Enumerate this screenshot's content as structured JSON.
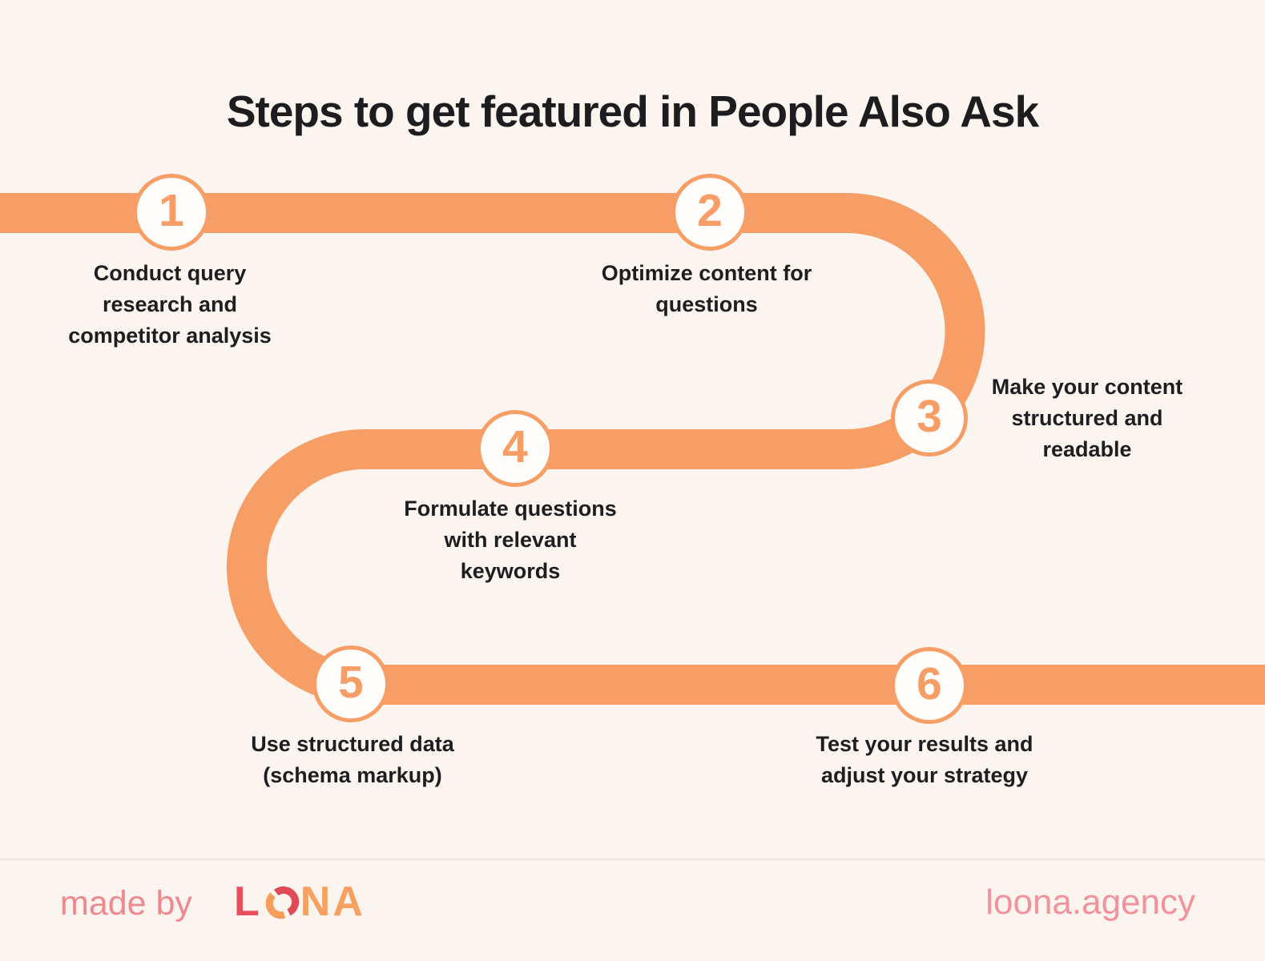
{
  "title": "Steps to get featured in People Also Ask",
  "steps": [
    {
      "number": "1",
      "label": "Conduct query\nresearch and\ncompetitor analysis"
    },
    {
      "number": "2",
      "label": "Optimize content for\nquestions"
    },
    {
      "number": "3",
      "label": "Make your content\nstructured and\nreadable"
    },
    {
      "number": "4",
      "label": "Formulate questions\nwith relevant\nkeywords"
    },
    {
      "number": "5",
      "label": "Use structured data\n(schema markup)"
    },
    {
      "number": "6",
      "label": "Test your results and\nadjust your strategy"
    }
  ],
  "footer": {
    "made_by": "made by",
    "logo_l": "L",
    "logo_na": "NA",
    "site": "loona.agency"
  },
  "colors": {
    "background": "#fbf4ef",
    "path_orange": "#f79e66",
    "text_dark": "#1e1e20",
    "footer_pink": "#f2929b",
    "logo_red": "#e84e5b",
    "logo_orange": "#f7a161"
  }
}
